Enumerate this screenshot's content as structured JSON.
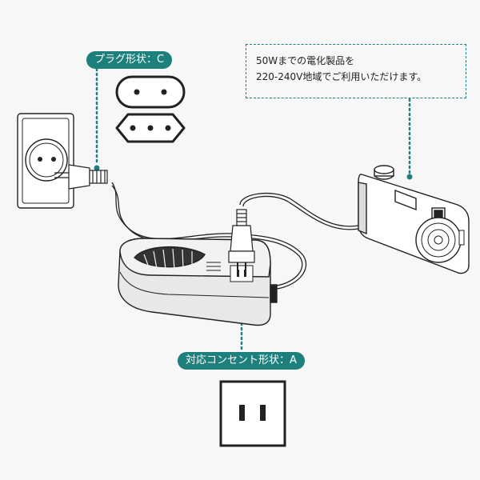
{
  "labels": {
    "plug_shape": "プラグ形状：C",
    "outlet_shape": "対応コンセント形状：A"
  },
  "note": {
    "line1": "50Wまでの電化製品を",
    "line2": "220-240V地域でご利用いただけます。"
  },
  "icons": {
    "wall_outlet": "wall-outlet-icon",
    "plug_c_round": "plug-type-c-round-icon",
    "plug_c_three_pin": "plug-type-c-three-pin-icon",
    "transformer": "transformer-icon",
    "camera": "camera-icon",
    "outlet_a": "outlet-type-a-icon"
  },
  "colors": {
    "accent": "#1e807d",
    "line": "#222222",
    "background": "#f7f7f7"
  }
}
